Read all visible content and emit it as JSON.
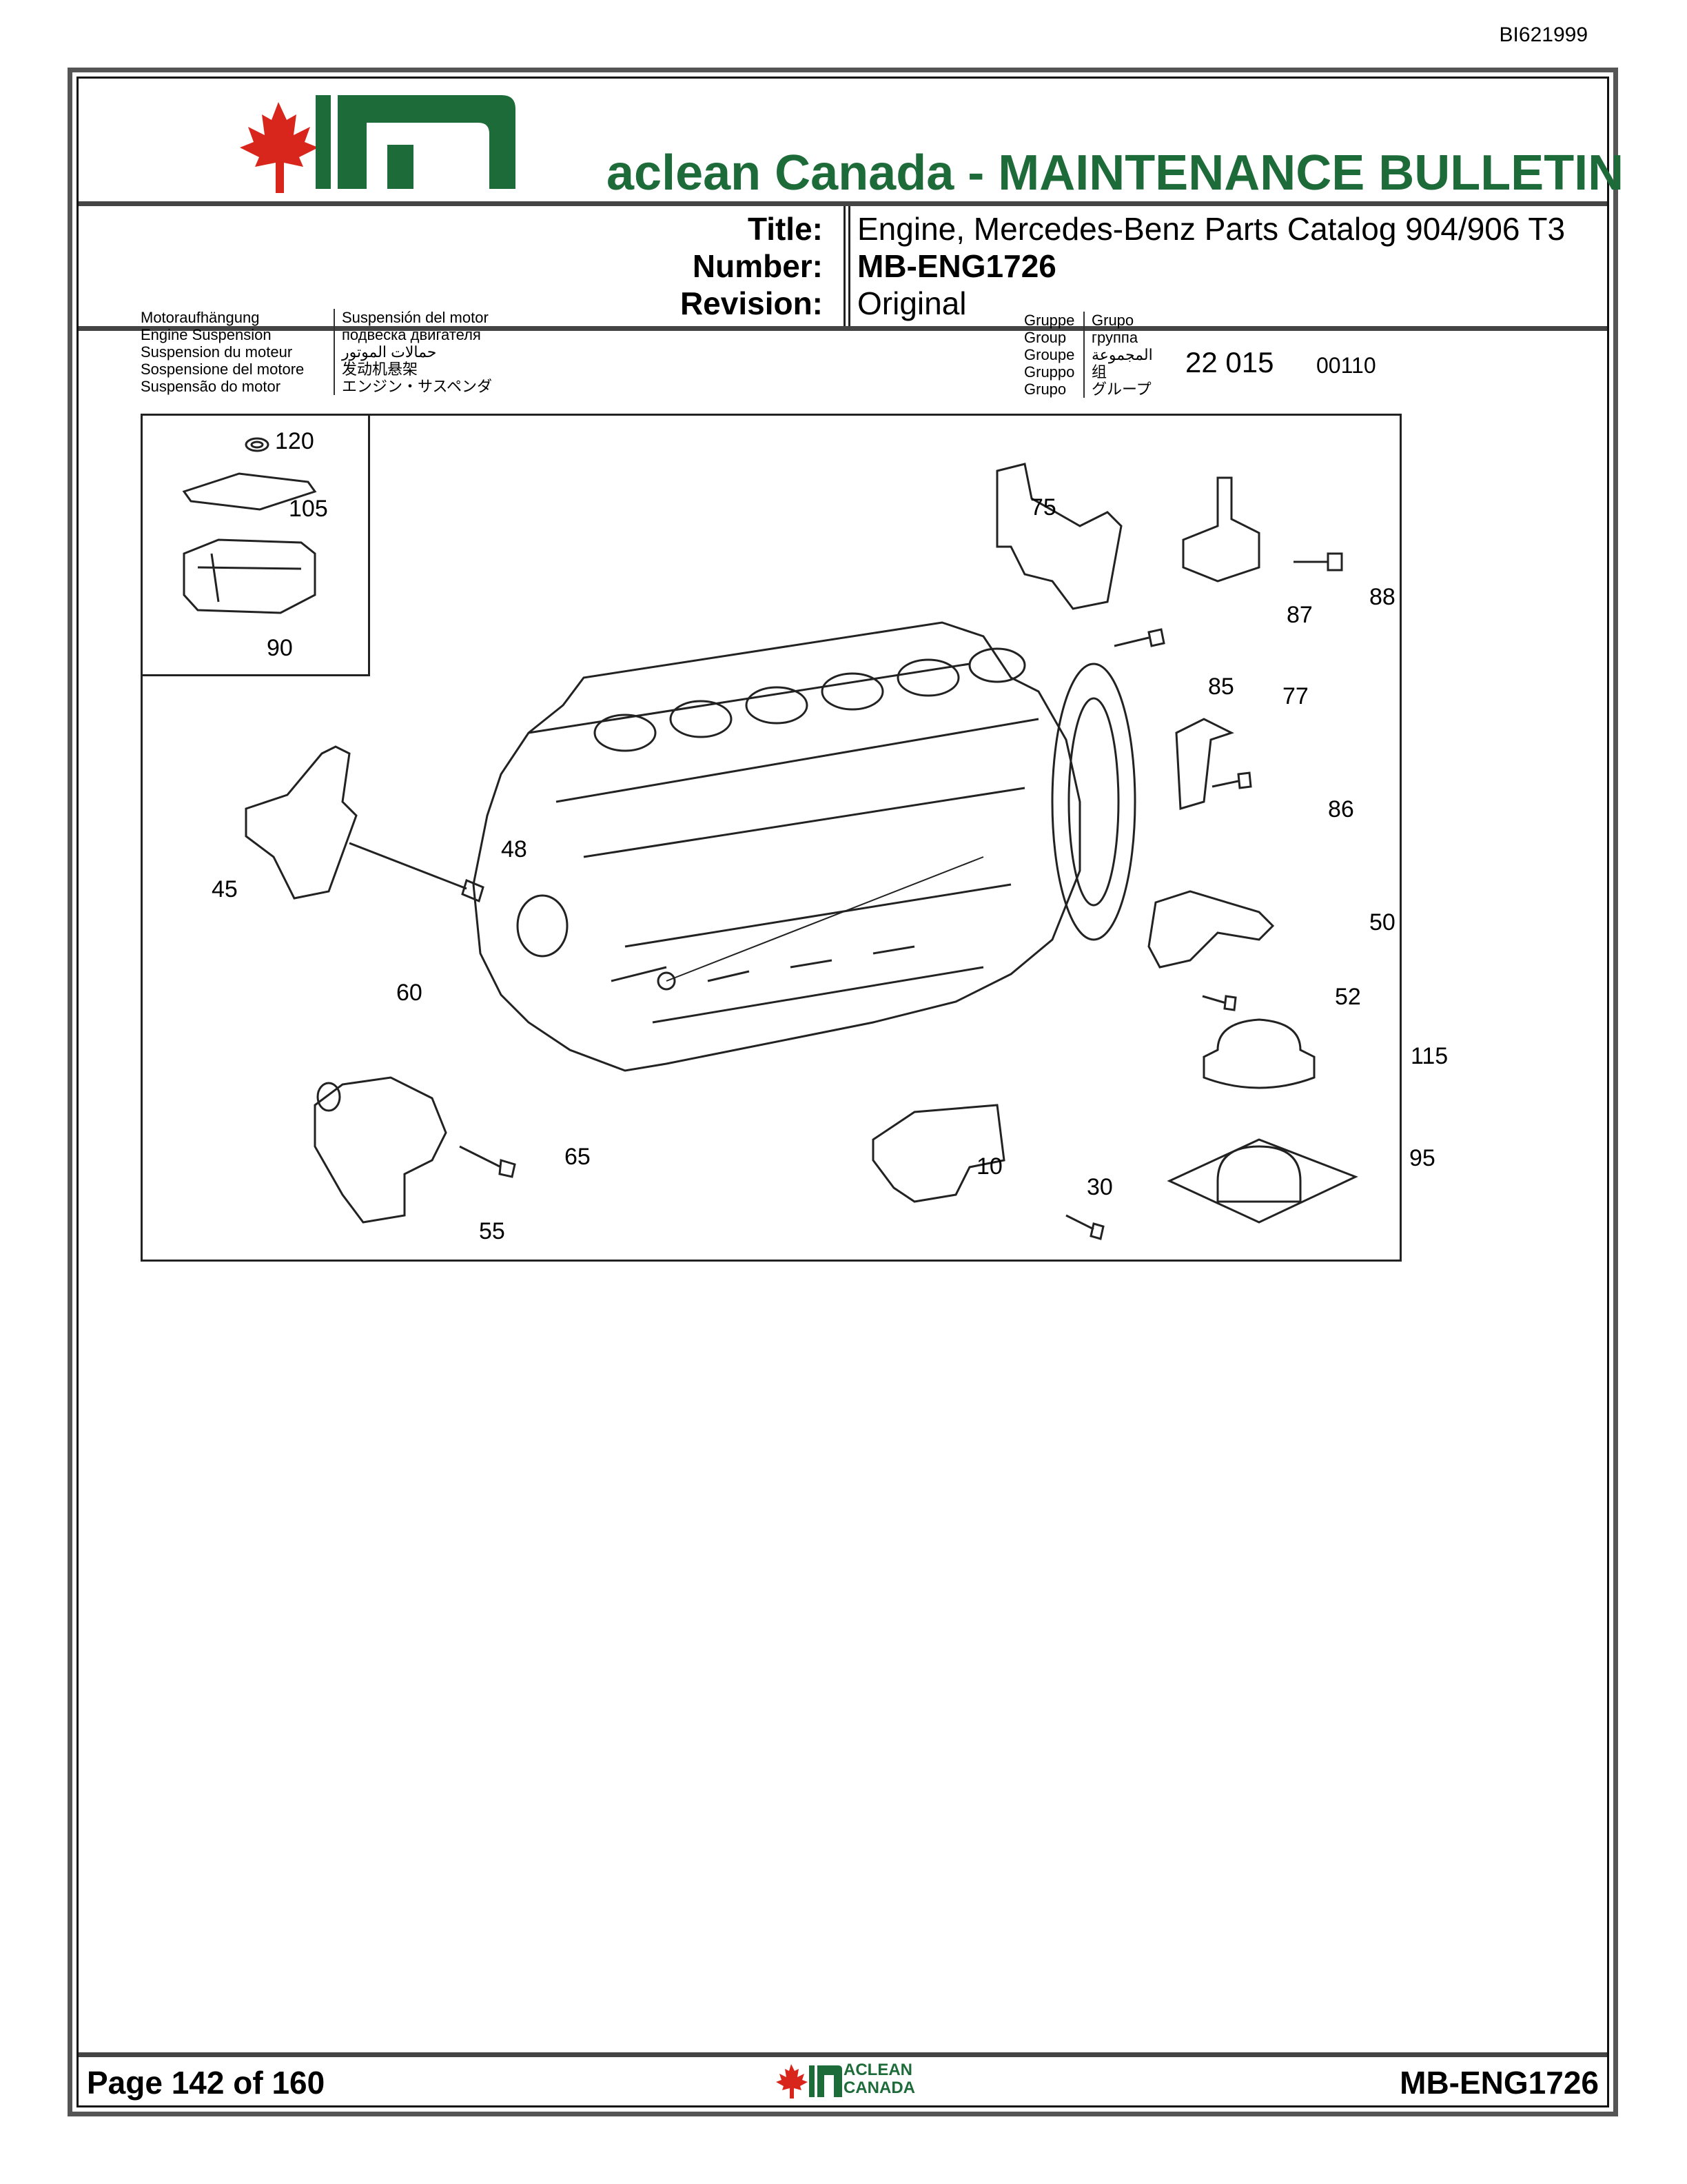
{
  "doc_id": "BI621999",
  "banner": {
    "text": "aclean Canada - MAINTENANCE BULLETIN",
    "brand_color": "#1e6b3a",
    "leaf_color": "#d9261c"
  },
  "meta": {
    "title_label": "Title:",
    "title_value": "Engine, Mercedes-Benz Parts Catalog 904/906 T3",
    "number_label": "Number:",
    "number_value": "MB-ENG1726",
    "revision_label": "Revision:",
    "revision_value": "Original"
  },
  "legend": {
    "left": [
      "Motoraufhängung",
      "Engine Suspension",
      "Suspension du moteur",
      "Sospensione del motore",
      "Suspensão do motor"
    ],
    "right": [
      "Suspensión del motor",
      "подвеска двигателя",
      "حمالات الموتور",
      "发动机悬架",
      "エンジン・サスペンダ"
    ]
  },
  "group": {
    "left": [
      "Gruppe",
      "Group",
      "Groupe",
      "Gruppo",
      "Grupo"
    ],
    "right": [
      "Grupo",
      "группа",
      "المجموعة",
      "组",
      "グループ"
    ],
    "number": "22 015",
    "sub": "00110"
  },
  "callouts": [
    "120",
    "105",
    "90",
    "75",
    "87",
    "88",
    "85",
    "77",
    "86",
    "45",
    "48",
    "50",
    "52",
    "60",
    "115",
    "65",
    "10",
    "30",
    "95",
    "55"
  ],
  "footer": {
    "page": "Page 142 of 160",
    "number": "MB-ENG1726",
    "logo_top": "ACLEAN",
    "logo_bottom": "CANADA"
  }
}
